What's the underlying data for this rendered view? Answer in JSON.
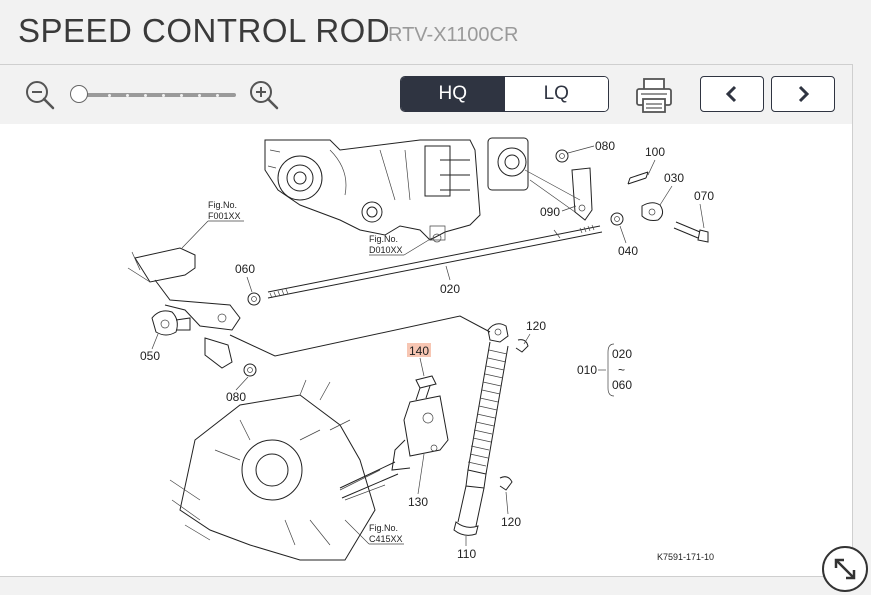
{
  "header": {
    "title": "SPEED CONTROL ROD",
    "model": "RTV-X1100CR"
  },
  "toolbar": {
    "zoom_out_icon": "zoom-out-icon",
    "zoom_in_icon": "zoom-in-icon",
    "quality_options": [
      {
        "label": "HQ",
        "active": true
      },
      {
        "label": "LQ",
        "active": false
      }
    ],
    "print_icon": "printer-icon",
    "prev_icon": "chevron-left-icon",
    "next_icon": "chevron-right-icon",
    "zoom_level": 0
  },
  "diagram": {
    "fig_refs": [
      {
        "line1": "Fig.No.",
        "line2": "F001XX"
      },
      {
        "line1": "Fig.No.",
        "line2": "D010XX"
      },
      {
        "line1": "Fig.No.",
        "line2": "C415XX"
      }
    ],
    "part_labels": {
      "p080a": "080",
      "p100": "100",
      "p030": "030",
      "p070": "070",
      "p090": "090",
      "p040": "040",
      "p060": "060",
      "p020": "020",
      "p050": "050",
      "p080b": "080",
      "p120a": "120",
      "p140": "140",
      "p130": "130",
      "p120b": "120",
      "p110": "110"
    },
    "assembly": {
      "label": "010",
      "from": "020",
      "tilde": "~",
      "to": "060"
    },
    "code": "K7591-171-10",
    "highlight_color": "#f7c6b3"
  },
  "expand_icon": "expand-icon"
}
